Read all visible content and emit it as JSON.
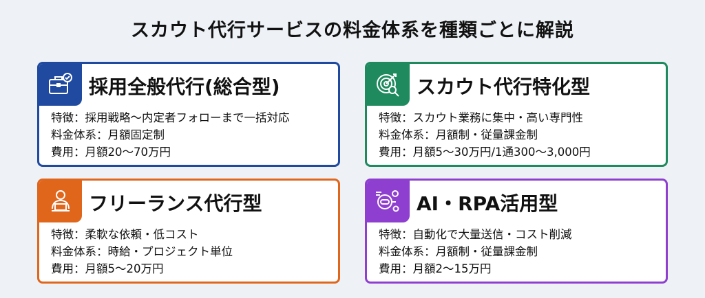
{
  "title": "スカウト代行サービスの料金体系を種類ごとに解説",
  "cards": [
    {
      "title": "採用全般代行(総合型)",
      "icon": "briefcase-check-icon",
      "color": "#1f4aa0",
      "lines": [
        "特徴：採用戦略〜内定者フォローまで一括対応",
        "料金体系：月額固定制",
        "費用：月額20〜70万円"
      ]
    },
    {
      "title": "スカウト代行特化型",
      "icon": "target-search-icon",
      "color": "#1e8a5e",
      "lines": [
        "特徴：スカウト業務に集中・高い専門性",
        "料金体系：月額制・従量課金制",
        "費用：月額5〜30万円/1通300〜3,000円"
      ]
    },
    {
      "title": "フリーランス代行型",
      "icon": "person-laptop-icon",
      "color": "#e0661c",
      "lines": [
        "特徴：柔軟な依頼・低コスト",
        "料金体系：時給・プロジェクト単位",
        "費用：月額5〜20万円"
      ]
    },
    {
      "title": "AI・RPA活用型",
      "icon": "robot-gear-icon",
      "color": "#8e3fd0",
      "lines": [
        "特徴：自動化で大量送信・コスト削減",
        "料金体系：月額制・従量課金制",
        "費用：月額2〜15万円"
      ]
    }
  ]
}
